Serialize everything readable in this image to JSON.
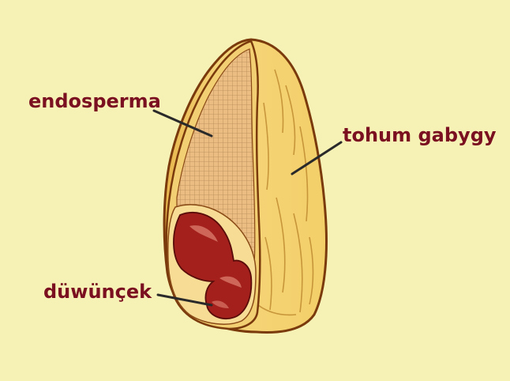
{
  "labels": {
    "endosperm": "endosperma",
    "seed_coat": "tohum gabygy",
    "embryo": "düwünçek"
  },
  "colors": {
    "background": "#f6f2b6",
    "label_text": "#7a1020",
    "seed_coat_fill": "#f2cd6a",
    "endosperm_fill": "#e9b87a",
    "embryo_fill": "#a3201c",
    "outline": "#7a3a0c"
  }
}
